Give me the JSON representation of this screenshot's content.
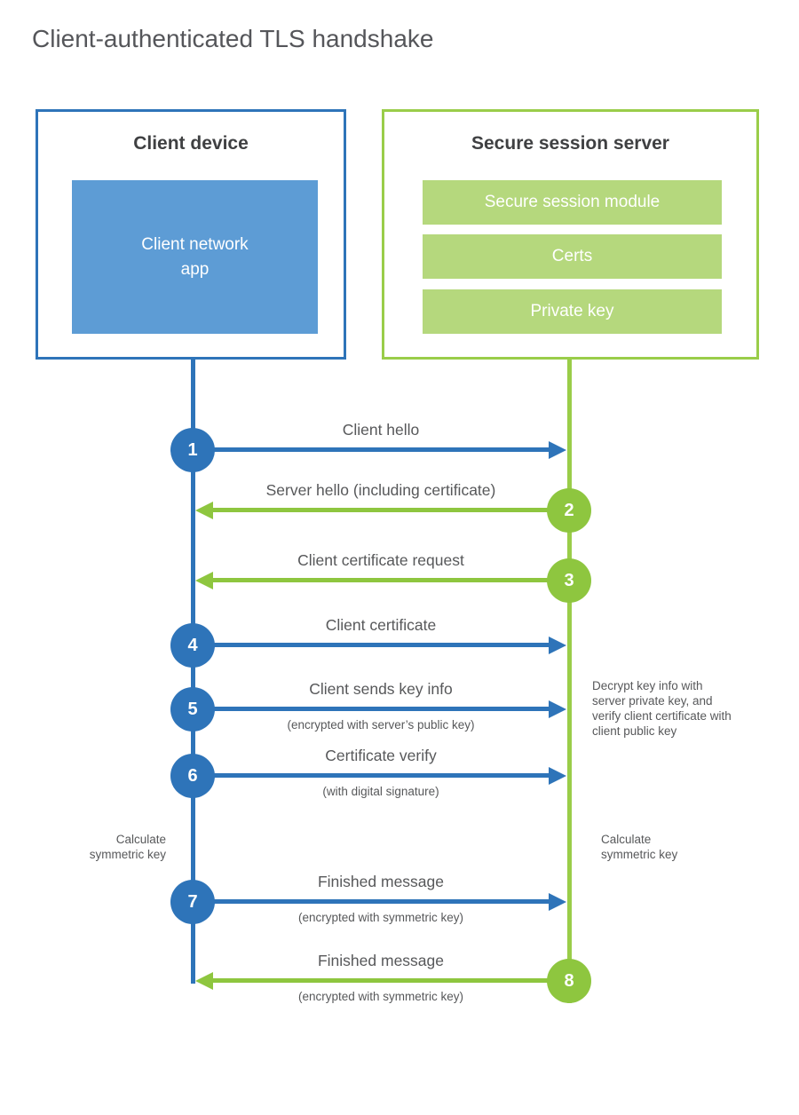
{
  "title": "Client-authenticated TLS handshake",
  "colors": {
    "blue": "#2e74b9",
    "light_blue": "#5d9cd5",
    "green": "#8ec63f",
    "green_border": "#9acd49",
    "light_green": "#b5d87d",
    "label_text": "#57585a"
  },
  "client": {
    "title": "Client device",
    "app_label": "Client network app"
  },
  "server": {
    "title": "Secure session server",
    "modules": [
      "Secure session module",
      "Certs",
      "Private key"
    ]
  },
  "steps": [
    {
      "num": "1",
      "from": "client",
      "label": "Client hello"
    },
    {
      "num": "2",
      "from": "server",
      "label": "Server hello (including certificate)"
    },
    {
      "num": "3",
      "from": "server",
      "label": "Client certificate request"
    },
    {
      "num": "4",
      "from": "client",
      "label": "Client certificate"
    },
    {
      "num": "5",
      "from": "client",
      "label": "Client sends key info",
      "sublabel": "(encrypted with server’s public key)"
    },
    {
      "num": "6",
      "from": "client",
      "label": "Certificate verify",
      "sublabel": "(with digital signature)"
    },
    {
      "num": "7",
      "from": "client",
      "label": "Finished message",
      "sublabel": "(encrypted with symmetric key)"
    },
    {
      "num": "8",
      "from": "server",
      "label": "Finished message",
      "sublabel": "(encrypted with symmetric key)"
    }
  ],
  "notes": {
    "decrypt": "Decrypt key info with server private key, and verify client certificate with client public key",
    "calc_left": "Calculate symmetric key",
    "calc_right": "Calculate symmetric key"
  }
}
